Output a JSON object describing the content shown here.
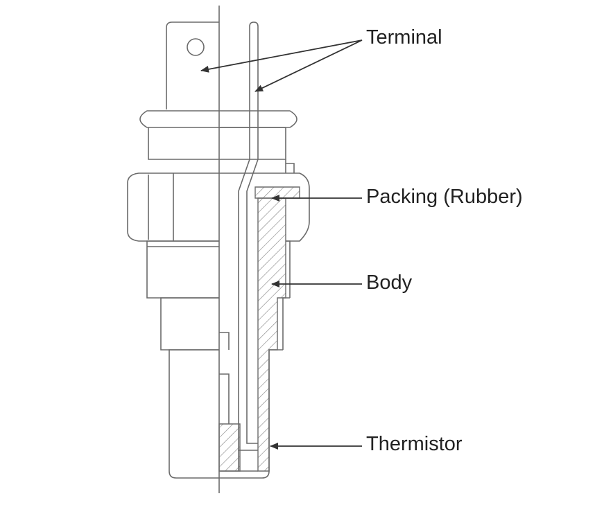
{
  "labels": {
    "terminal": "Terminal",
    "packing": "Packing (Rubber)",
    "body": "Body",
    "thermistor": "Thermistor"
  },
  "colors": {
    "line": "#6a6a6a",
    "text": "#222222",
    "background": "#ffffff"
  }
}
